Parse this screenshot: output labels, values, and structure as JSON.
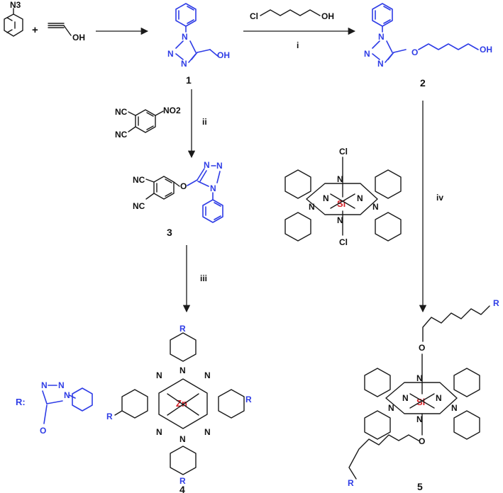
{
  "reagents": {
    "azide": "N3",
    "plus": "+",
    "propargyl_oh": "OH",
    "chlorohexanol_cl": "Cl",
    "chlorohexanol_oh": "OH",
    "nitro_nc1": "NC",
    "nitro_nc2": "NC",
    "nitro_no2": "NO2"
  },
  "conditions": {
    "i": "i",
    "ii": "ii",
    "iii": "iii",
    "iv": "iv"
  },
  "compounds": {
    "c1": {
      "number": "1",
      "n": "N",
      "oh": "OH"
    },
    "c2": {
      "number": "2",
      "n": "N",
      "o": "O",
      "oh": "OH"
    },
    "c3": {
      "number": "3",
      "nc1": "NC",
      "nc2": "NC",
      "o": "O",
      "n": "N"
    },
    "c4": {
      "number": "4",
      "metal": "Zn",
      "n": "N",
      "r": "R"
    },
    "c5": {
      "number": "5",
      "metal": "Si",
      "n": "N",
      "o": "O",
      "r": "R"
    },
    "sicl2": {
      "metal": "Si",
      "cl": "Cl",
      "n": "N"
    }
  },
  "r_group": {
    "label": "R:",
    "n": "N",
    "o": "O"
  },
  "colors": {
    "blue": "#2f3de6",
    "red": "#d61f26",
    "black": "#1a1a1a"
  }
}
